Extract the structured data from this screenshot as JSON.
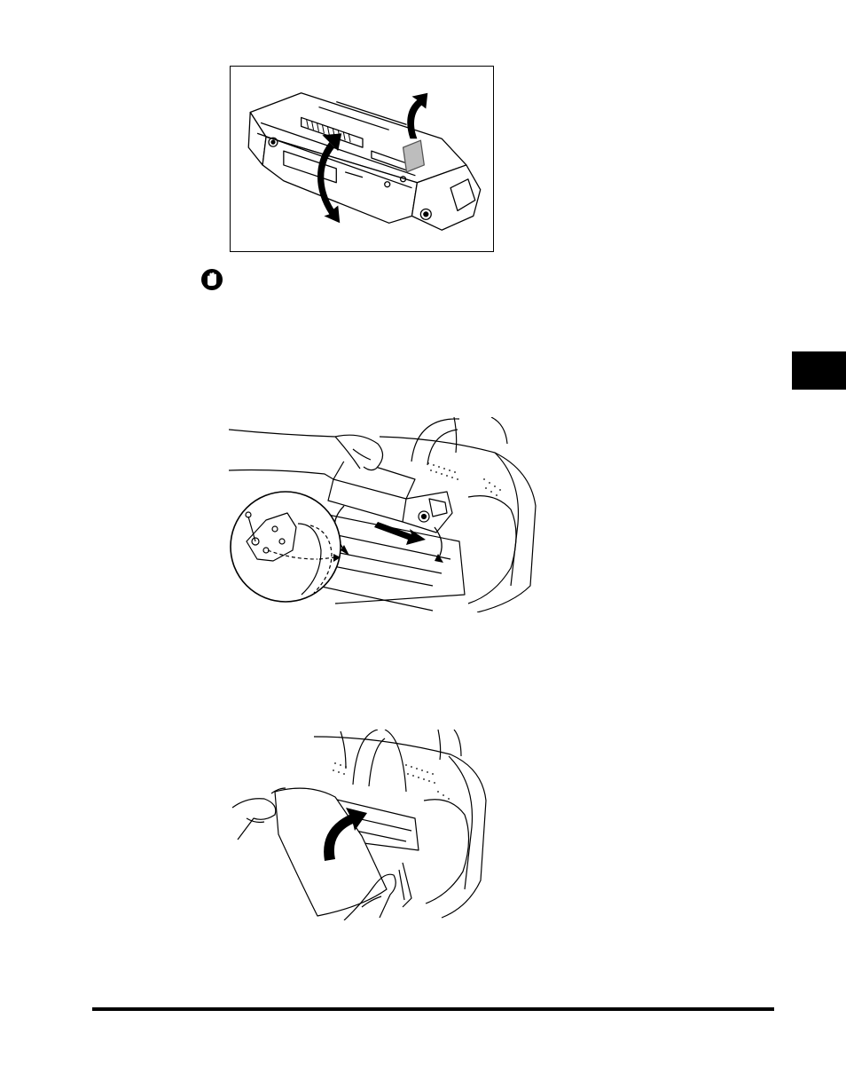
{
  "page": {
    "chapter_tab_color": "#000000",
    "line_color": "#000000"
  },
  "figures": [
    {
      "name": "toner-cartridge-rocking-illustration",
      "icon": "rotation-arrows"
    },
    {
      "name": "cartridge-insertion-illustration",
      "icon": "insertion-arrows-with-detail-callout"
    },
    {
      "name": "close-front-cover-illustration",
      "icon": "curved-up-arrow"
    }
  ],
  "notice": {
    "icon": "important-hand-icon"
  }
}
